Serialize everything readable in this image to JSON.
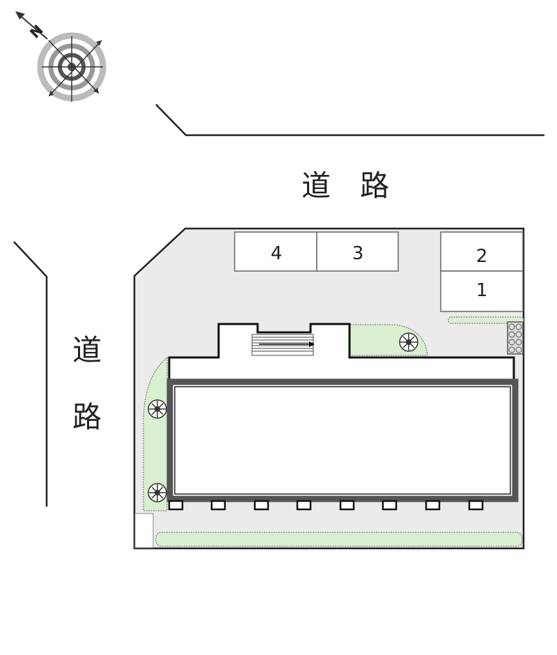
{
  "roads": {
    "top_label": "道　路",
    "left_label_1": "道",
    "left_label_2": "路"
  },
  "compass": {
    "north_label": "N"
  },
  "parking": {
    "spaces": [
      {
        "label": "4"
      },
      {
        "label": "3"
      },
      {
        "label": "2"
      },
      {
        "label": "1"
      }
    ]
  },
  "colors": {
    "lot_fill": "#ebebeb",
    "green_fill": "#d9efcf",
    "building_frame": "#555555",
    "line": "#222222"
  }
}
